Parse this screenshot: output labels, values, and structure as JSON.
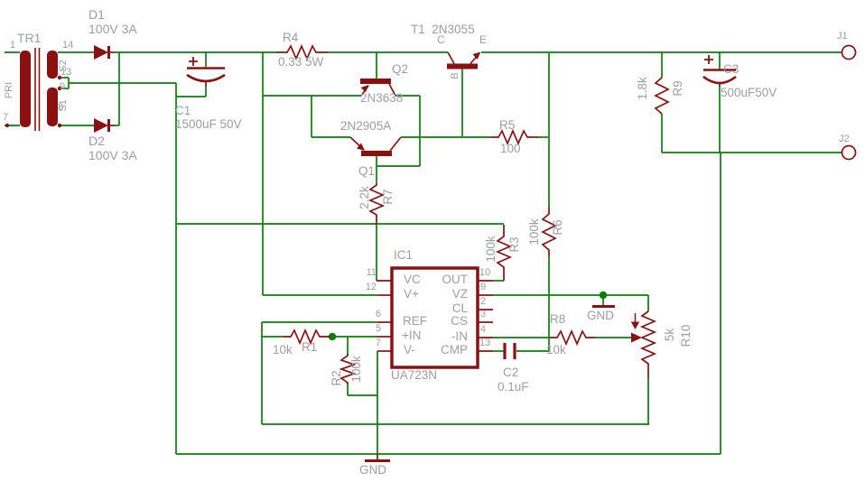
{
  "colors": {
    "wire": "#0a7f0a",
    "symbol": "#8b1010",
    "label": "#9d9da3"
  },
  "schematic": {
    "tr1": {
      "ref": "TR1",
      "pri": "PRI",
      "s1": "S1",
      "s2": "S2",
      "p1": "1",
      "p7": "7",
      "p8": "8",
      "p9": "9",
      "p13": "13",
      "p14": "14"
    },
    "d1": {
      "ref": "D1",
      "value": "100V 3A"
    },
    "d2": {
      "ref": "D2",
      "value": "100V 3A"
    },
    "c1": {
      "ref": "C1",
      "value": "1500uF 50V"
    },
    "c2": {
      "ref": "C2",
      "value": "0.1uF"
    },
    "c3": {
      "ref": "C3",
      "value": "500uF50V"
    },
    "r1": {
      "ref": "R1",
      "value": "10k"
    },
    "r2": {
      "ref": "R2",
      "value": "100k"
    },
    "r3": {
      "ref": "R3",
      "value": "100k"
    },
    "r4": {
      "ref": "R4",
      "value": "0.33 5W"
    },
    "r5": {
      "ref": "R5",
      "value": "100"
    },
    "r6": {
      "ref": "R6",
      "value": "100k"
    },
    "r7": {
      "ref": "R7",
      "value": "2.2k"
    },
    "r8": {
      "ref": "R8",
      "value": "10k"
    },
    "r9": {
      "ref": "R9",
      "value": "1.8k"
    },
    "r10": {
      "ref": "R10",
      "value": "5k"
    },
    "q1": {
      "ref": "Q1",
      "value": "2N2905A"
    },
    "q2": {
      "ref": "Q2",
      "value": "2N3638"
    },
    "t1": {
      "ref": "T1",
      "value": "2N3055",
      "c": "C",
      "b": "B",
      "e": "E"
    },
    "ic1": {
      "ref": "IC1",
      "value": "UA723N",
      "left_pins": [
        {
          "n": "11",
          "name": "VC"
        },
        {
          "n": "12",
          "name": "V+"
        },
        {
          "n": "6",
          "name": "REF"
        },
        {
          "n": "5",
          "name": "+IN"
        },
        {
          "n": "7",
          "name": "V-"
        }
      ],
      "right_pins": [
        {
          "n": "10",
          "name": "OUT"
        },
        {
          "n": "9",
          "name": "VZ"
        },
        {
          "n": "2",
          "name": "CL"
        },
        {
          "n": "3",
          "name": "CS"
        },
        {
          "n": "4",
          "name": "-IN"
        },
        {
          "n": "13",
          "name": "CMP"
        }
      ]
    },
    "j1": {
      "ref": "J1"
    },
    "j2": {
      "ref": "J2"
    },
    "gnd_mid": {
      "label": "GND"
    },
    "gnd_bottom": {
      "label": "GND"
    }
  }
}
